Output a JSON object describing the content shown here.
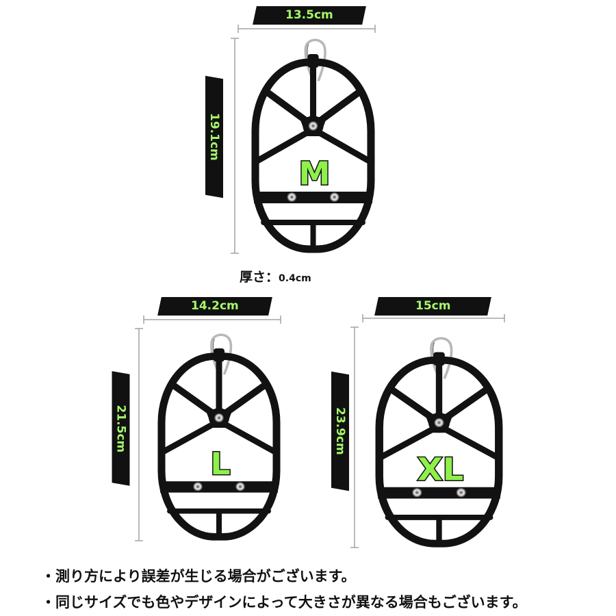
{
  "products": [
    {
      "size_label": "M",
      "width": "13.5cm",
      "height": "19.1cm"
    },
    {
      "size_label": "L",
      "width": "14.2cm",
      "height": "21.5cm"
    },
    {
      "size_label": "XL",
      "width": "15cm",
      "height": "23.9cm"
    }
  ],
  "thickness": {
    "label": "厚さ：",
    "value": "0.4cm"
  },
  "notes": [
    "・測り方により誤差が生じる場合がございます。",
    "・同じサイズでも色やデザインによって大きさが異なる場合もございます。"
  ],
  "colors": {
    "accent_green": "#8ef04a",
    "label_green": "#a6f76a",
    "frame_black": "#121212",
    "dimension_line": "#a3a3a3",
    "banner_black": "#111111"
  }
}
